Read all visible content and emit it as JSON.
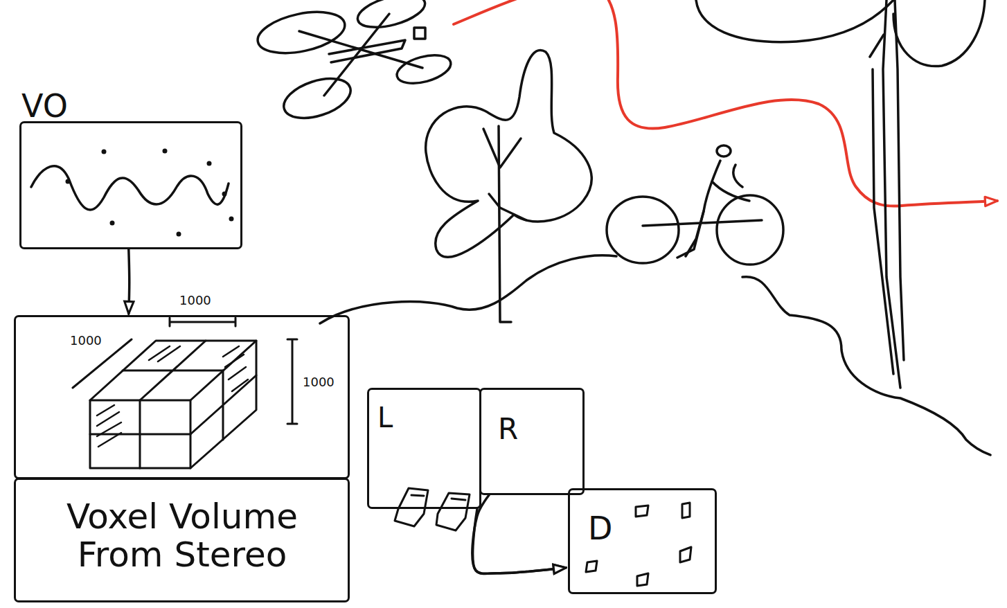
{
  "diagram": {
    "nodes": [
      {
        "text": [
          "VO"
        ]
      },
      {
        "text": [
          "1000",
          "1000",
          "1000"
        ]
      },
      {
        "text": [
          "Voxel Volume From Stereo"
        ]
      },
      {
        "text": [
          "L"
        ]
      },
      {
        "text": [
          "R"
        ]
      },
      {
        "text": [
          "D"
        ]
      }
    ],
    "edges": [
      {
        "from": 0,
        "to": 1,
        "arrow": "to"
      },
      {
        "from": 3,
        "to": 5,
        "arrow": "to"
      },
      {
        "from": 4,
        "to": 5,
        "arrow": "to"
      }
    ]
  }
}
